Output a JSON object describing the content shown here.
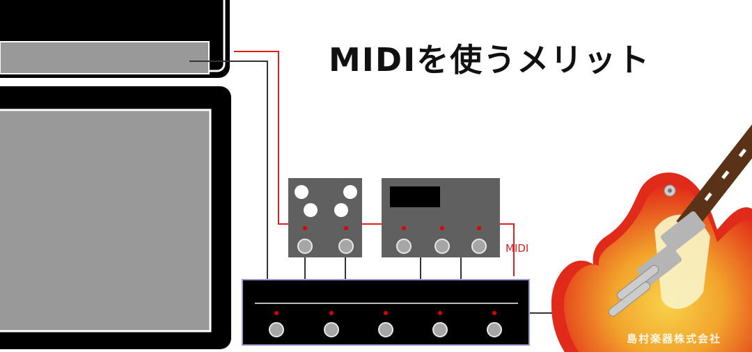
{
  "title": "MIDIを使うメリット",
  "midi_label": "MIDI",
  "watermark": "島村楽器株式会社",
  "colors": {
    "amp_body": "#000000",
    "amp_panel": "#999999",
    "pedal_body": "#606060",
    "knob": "#ffffff",
    "led": "#dd0000",
    "footswitch": "#a6a6a6",
    "controller_body": "#000000",
    "controller_border": "#9a9ad6",
    "midi_cable": "#e02020",
    "audio_cable": "#333333",
    "guitar_body_outer": "#e02a1a",
    "guitar_body_inner": "#f6c23a",
    "guitar_neck": "#5a3218",
    "pickguard": "#f8f0c0",
    "pickup": "#bbbbbb"
  },
  "icons": {
    "amp_head": "amp-head-icon",
    "amp_cabinet": "amp-cabinet-icon",
    "pedal": "effect-pedal-icon",
    "multi_effect": "multi-effect-icon",
    "switcher": "switcher-icon",
    "guitar": "electric-guitar-icon"
  }
}
